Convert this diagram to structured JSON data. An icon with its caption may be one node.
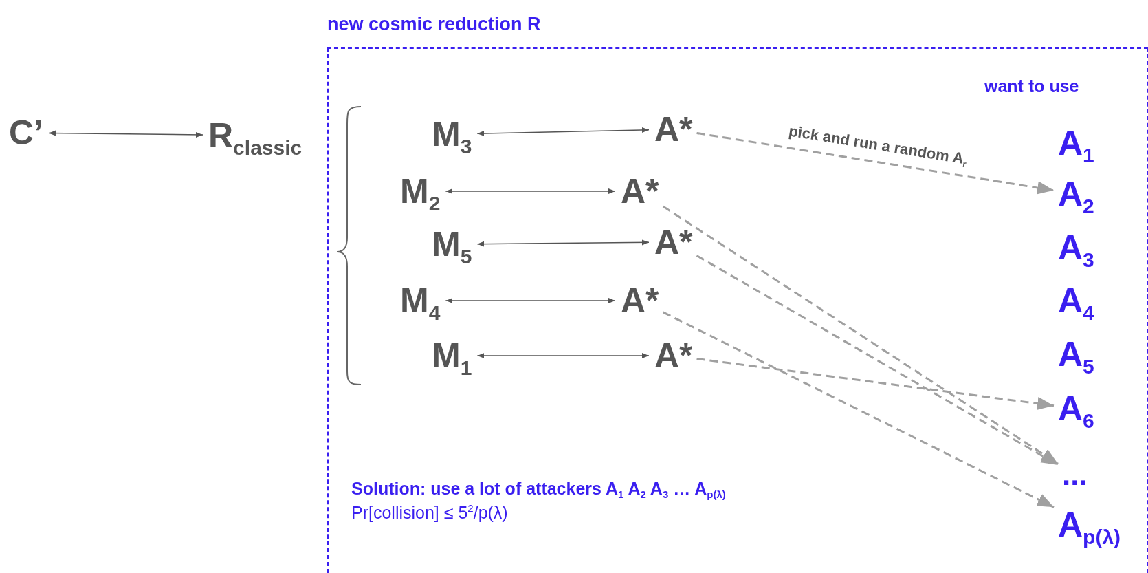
{
  "diagram": {
    "nodes": [
      {
        "text": [
          "new cosmic reduction R"
        ]
      },
      {
        "text": [
          "C’"
        ]
      },
      {
        "text": [
          "R$_{classic}$"
        ]
      },
      {
        "text": [
          "M$_{3}$"
        ],
        "in": 0
      },
      {
        "text": [
          "A*"
        ],
        "in": 0
      },
      {
        "text": [
          "M$_{2}$"
        ],
        "in": 0
      },
      {
        "text": [
          "A*"
        ],
        "in": 0
      },
      {
        "text": [
          "M$_{5}$"
        ],
        "in": 0
      },
      {
        "text": [
          "A*"
        ],
        "in": 0
      },
      {
        "text": [
          "M$_{4}$"
        ],
        "in": 0
      },
      {
        "text": [
          "A*"
        ],
        "in": 0
      },
      {
        "text": [
          "M$_{1}$"
        ],
        "in": 0
      },
      {
        "text": [
          "A*"
        ],
        "in": 0
      },
      {
        "text": [
          "A$_{1}$"
        ],
        "in": 0
      },
      {
        "text": [
          "A$_{2}$"
        ],
        "in": 0
      },
      {
        "text": [
          "A$_{3}$"
        ],
        "in": 0
      },
      {
        "text": [
          "A$_{4}$"
        ],
        "in": 0
      },
      {
        "text": [
          "A$_{5}$"
        ],
        "in": 0
      },
      {
        "text": [
          "A$_{6}$"
        ],
        "in": 0
      },
      {
        "text": [
          "..."
        ],
        "in": 0
      },
      {
        "text": [
          "A$_{p(λ)}$"
        ],
        "in": 0
      }
    ],
    "edges": [
      {
        "from": 1,
        "to": 2,
        "arrow": "both"
      },
      {
        "from": 3,
        "to": 4,
        "arrow": "both"
      },
      {
        "from": 5,
        "to": 6,
        "arrow": "both"
      },
      {
        "from": 7,
        "to": 8,
        "arrow": "both"
      },
      {
        "from": 9,
        "to": 10,
        "arrow": "both"
      },
      {
        "from": 11,
        "to": 12,
        "arrow": "both"
      },
      {
        "from": 4,
        "to": 14,
        "arrow": "to",
        "label": "pick and run a random A$_{r}$",
        "style": "dashed",
        "color": "#a0a0a0"
      },
      {
        "from": 6,
        "to": 19,
        "arrow": "to",
        "style": "dashed",
        "color": "#a0a0a0"
      },
      {
        "from": 8,
        "to": 19,
        "arrow": "to",
        "style": "dashed",
        "color": "#a0a0a0"
      },
      {
        "from": 10,
        "to": 20,
        "arrow": "to",
        "style": "dashed",
        "color": "#a0a0a0"
      },
      {
        "from": 12,
        "to": 18,
        "arrow": "to",
        "style": "dashed",
        "color": "#a0a0a0"
      }
    ],
    "labels": [
      "want to use",
      "Solution: use a lot of attackers A$_{1}$ A$_{2}$ A$_{3}$ … A$_{p(λ)}$",
      "Pr[collision] ≤ 5$^{2}$/p(λ)"
    ]
  }
}
